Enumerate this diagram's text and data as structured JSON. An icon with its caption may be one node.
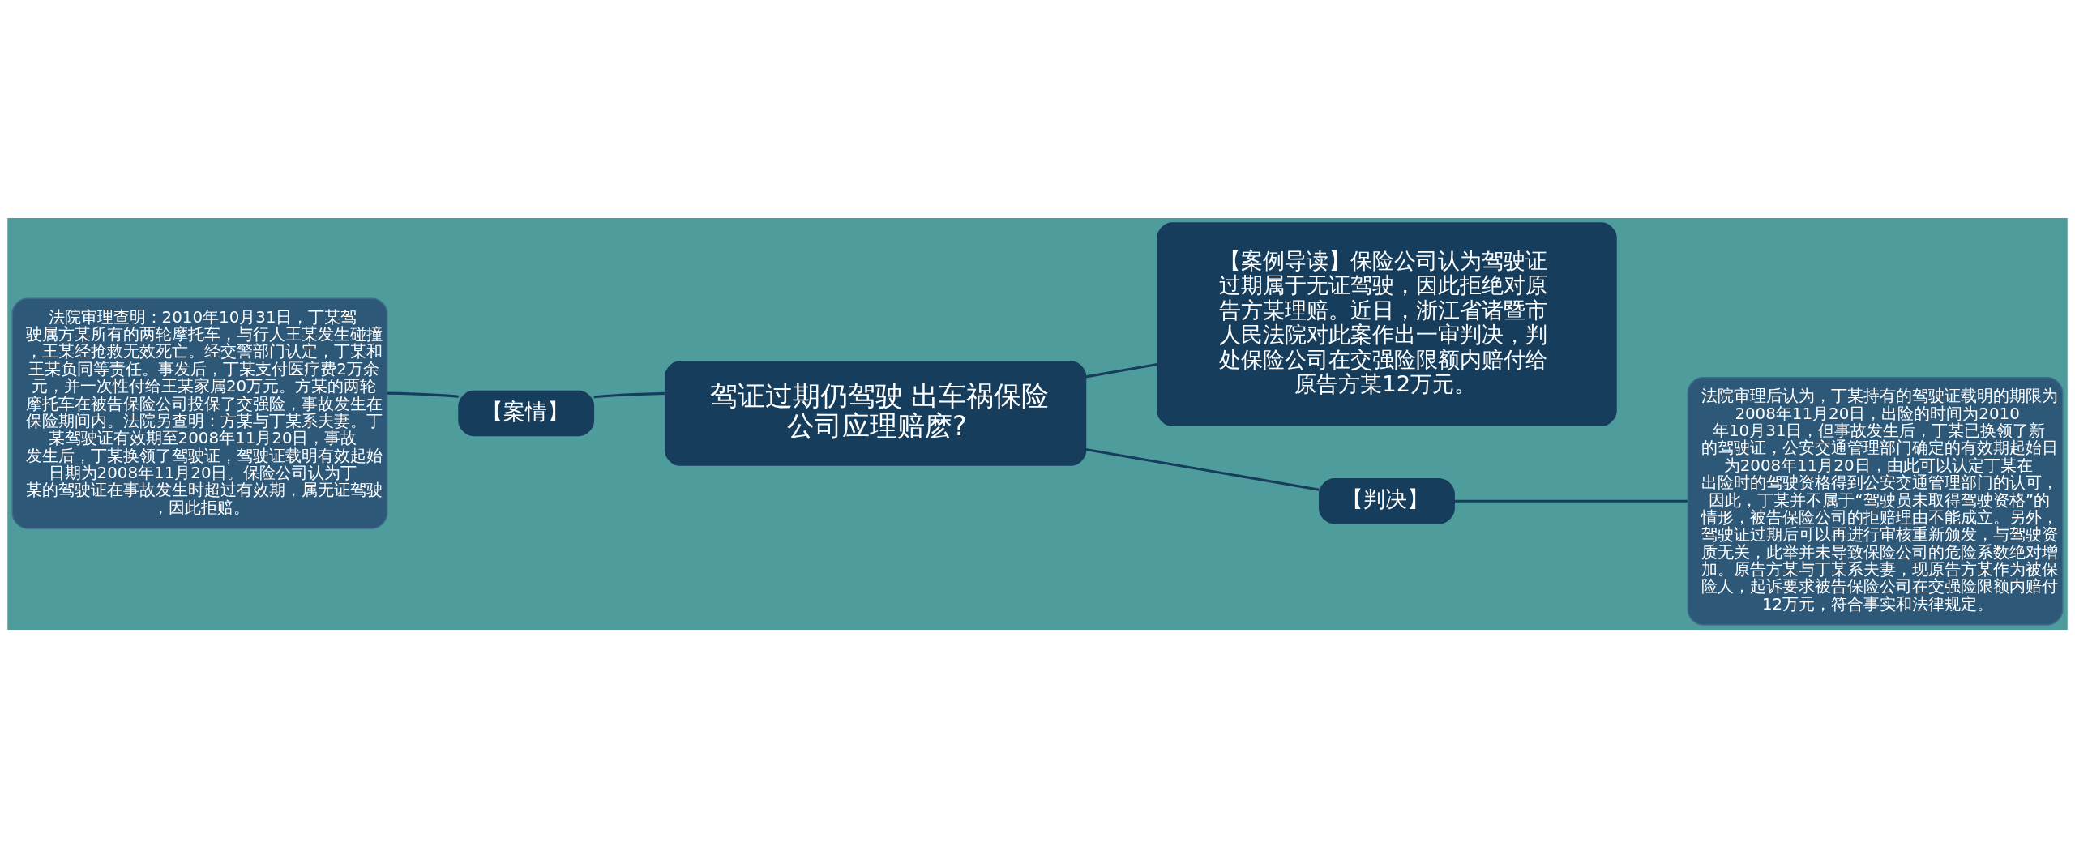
{
  "diagram": {
    "nodes": [
      {
        "text": [
          "驾证过期仍驾驶 出车祸保险公司应理赔麽?"
        ]
      },
      {
        "text": [
          "【案例导读】保险公司认为驾驶证过期属于无证驾驶，因此拒绝对原告方某理赔。近日，浙江省诸暨市人民法院对此案作出一审判决，判处保险公司在交强险限额内赔付给原告方某12万元。"
        ]
      },
      {
        "text": [
          "【案情】"
        ]
      },
      {
        "text": [
          "法院审理查明：2010年10月31日，丁某驾驶属方某所有的两轮摩托车，与行人王某发生碰撞，王某经抢救无效死亡。经交警部门认定，丁某和王某负同等责任。事发后，丁某支付医疗费2万余元，并一次性付给王某家属20万元。方某的两轮摩托车在被告保险公司投保了交强险，事故发生在保险期间内。法院另查明：方某与丁某系夫妻。丁某驾驶证有效期至2008年11月20日，事故发生后，丁某换领了驾驶证，驾驶证载明有效起始日期为2008年11月20日。保险公司认为丁某的驾驶证在事故发生时超过有效期，属无证驾驶，因此拒赔。"
        ]
      },
      {
        "text": [
          "【判决】"
        ]
      },
      {
        "text": [
          "法院审理后认为，丁某持有的驾驶证载明的期限为2008年11月20日，出险的时间为2010年10月31日，但事故发生后，丁某已换领了新的驾驶证，公安交通管理部门确定的有效期起始日为2008年11月20日，由此可以认定丁某在出险时的驾驶资格得到公安交通管理部门的认可，因此，丁某并不属于“驾驶员未取得驾驶资格”的情形，被告保险公司的拒赔理由不能成立。另外，驾驶证过期后可以再进行审核重新颁发，与驾驶资质无关，此举并未导致保险公司的危险系数绝对增加。原告方某与丁某系夫妻，现原告方某作为被保险人，起诉要求被告保险公司在交强险限额内赔付12万元，符合事实和法律规定。"
        ]
      }
    ],
    "edges": [
      {
        "from": 0,
        "to": 1,
        "arrow": "none"
      },
      {
        "from": 0,
        "to": 2,
        "arrow": "none"
      },
      {
        "from": 2,
        "to": 3,
        "arrow": "none"
      },
      {
        "from": 0,
        "to": 4,
        "arrow": "none"
      },
      {
        "from": 4,
        "to": 5,
        "arrow": "none"
      }
    ]
  }
}
